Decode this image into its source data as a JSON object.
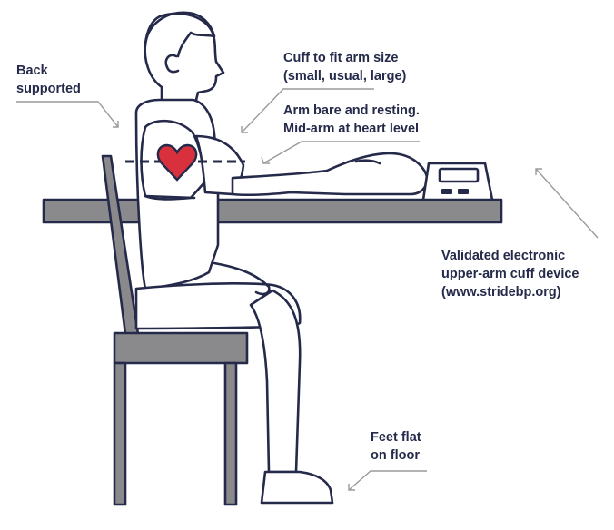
{
  "labels": {
    "back": [
      "Back",
      "supported"
    ],
    "cuff": [
      "Cuff to fit arm size",
      "(small, usual, large)"
    ],
    "arm": [
      "Arm bare and resting.",
      "Mid-arm at heart level"
    ],
    "device": [
      "Validated electronic",
      "upper-arm cuff device",
      "(www.stridebp.org)"
    ],
    "feet": [
      "Feet flat",
      "on floor"
    ]
  },
  "colors": {
    "ink": "#252a4a",
    "furniture": "#8a8a8c",
    "heart": "#d8303c",
    "leader": "#9a9a9a"
  },
  "icons": {
    "heart": "heart-icon",
    "monitor": "blood-pressure-monitor-icon"
  }
}
